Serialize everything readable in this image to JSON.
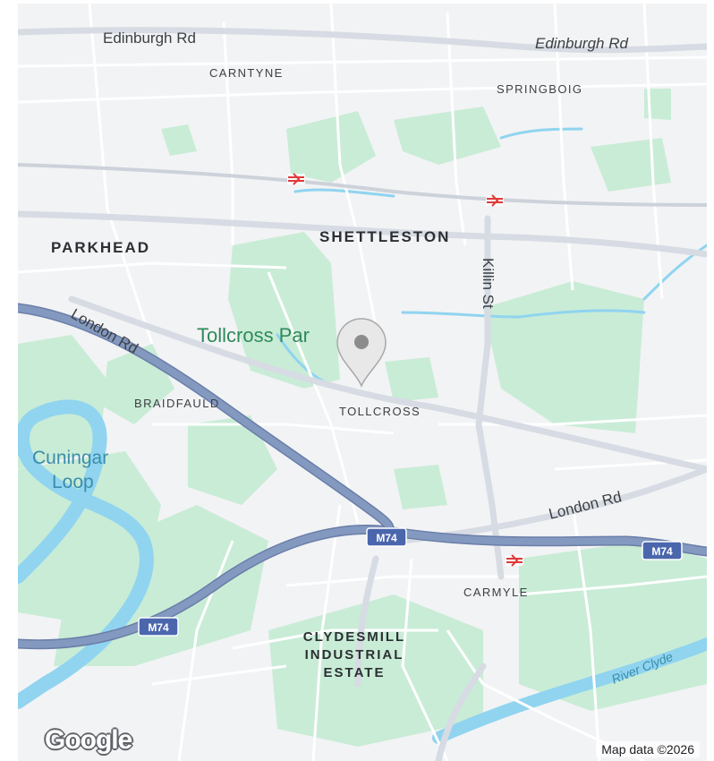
{
  "map": {
    "roads": {
      "edinburgh_rd_west": "Edinburgh Rd",
      "edinburgh_rd_east": "Edinburgh Rd",
      "killin_st": "Killin St",
      "london_rd_west": "London Rd",
      "london_rd_east": "London Rd"
    },
    "districts": {
      "carntyne": "CARNTYNE",
      "springboig": "SPRINGBOIG",
      "shettleston": "SHETTLESTON",
      "parkhead": "PARKHEAD",
      "braidfauld": "BRAIDFAULD",
      "tollcross": "TOLLCROSS",
      "carmyle": "CARMYLE",
      "clydesmill_1": "CLYDESMILL",
      "clydesmill_2": "INDUSTRIAL",
      "clydesmill_3": "ESTATE"
    },
    "parks": {
      "tollcross_park": "Tollcross Par"
    },
    "water": {
      "cuningar_1": "Cuningar",
      "cuningar_2": "Loop",
      "river_clyde": "River Clyde"
    },
    "motorway": {
      "label": "M74"
    },
    "icons": {
      "pin": "map-pin-icon",
      "rail": "rail-station-icon"
    },
    "colors": {
      "background": "#f2f3f5",
      "park": "#c9ecd6",
      "water": "#90d4f0",
      "motorway": "#8499c0",
      "rail": "#e03a3a",
      "pin": "#a8a8a8"
    },
    "logo": "Google",
    "attribution": "Map data ©2026"
  }
}
